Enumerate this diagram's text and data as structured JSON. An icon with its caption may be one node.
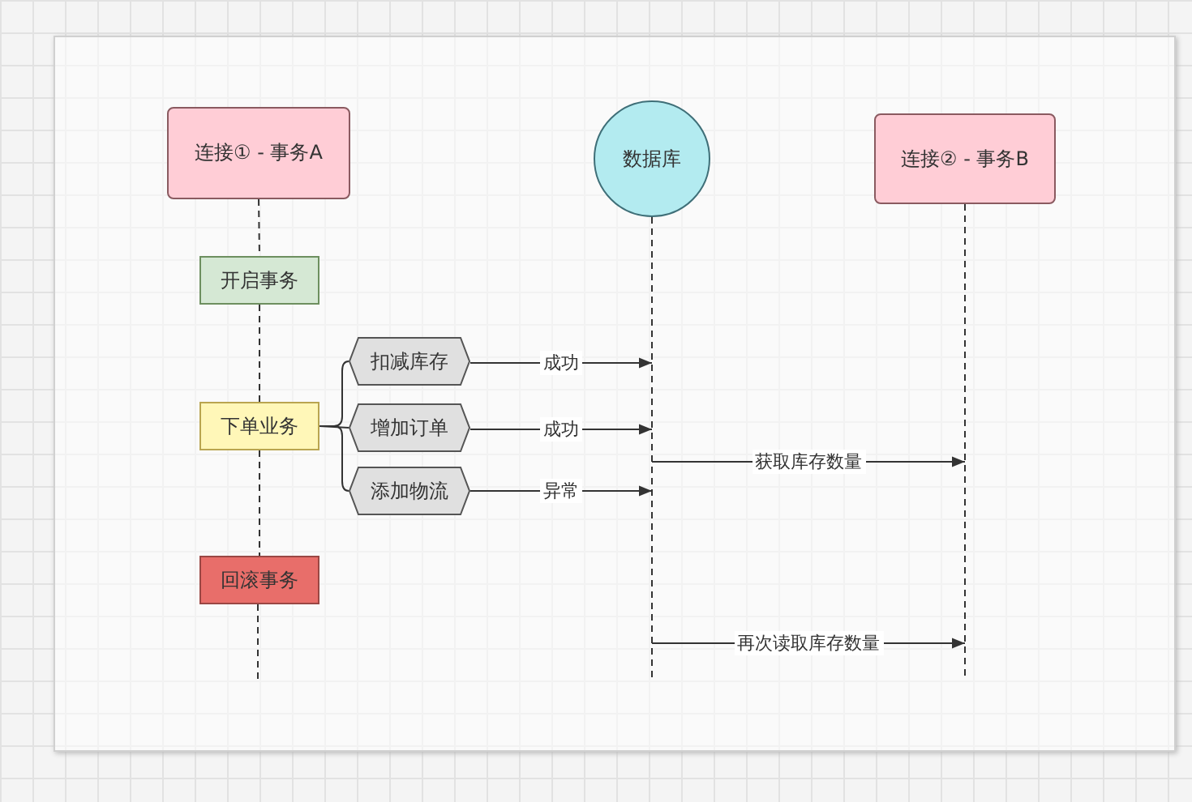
{
  "diagram": {
    "nodes": [
      {
        "text": [
          "连接① - 事务A"
        ]
      },
      {
        "text": [
          "数据库"
        ]
      },
      {
        "text": [
          "连接② - 事务B"
        ]
      },
      {
        "text": [
          "开启事务"
        ]
      },
      {
        "text": [
          "下单业务"
        ]
      },
      {
        "text": [
          "扣减库存"
        ]
      },
      {
        "text": [
          "增加订单"
        ]
      },
      {
        "text": [
          "添加物流"
        ]
      },
      {
        "text": [
          "回滚事务"
        ]
      },
      {
        "text": [],
        "shape": "line"
      },
      {
        "text": [],
        "shape": "line"
      }
    ],
    "edges": [
      {
        "from": 0,
        "to": 3,
        "arrow": "none",
        "style": "dashed"
      },
      {
        "from": 3,
        "to": 4,
        "arrow": "none",
        "style": "dashed"
      },
      {
        "from": 4,
        "to": 8,
        "arrow": "none",
        "style": "dashed"
      },
      {
        "from": 4,
        "to": 5,
        "arrow": "none"
      },
      {
        "from": 4,
        "to": 6,
        "arrow": "none"
      },
      {
        "from": 4,
        "to": 7,
        "arrow": "none"
      },
      {
        "from": 5,
        "to": 9,
        "arrow": "to",
        "label": "成功"
      },
      {
        "from": 6,
        "to": 9,
        "arrow": "to",
        "label": "成功"
      },
      {
        "from": 7,
        "to": 9,
        "arrow": "to",
        "label": "异常"
      },
      {
        "from": 9,
        "to": 10,
        "arrow": "to",
        "label": "获取库存数量"
      },
      {
        "from": 9,
        "to": 10,
        "arrow": "to",
        "label": "再次读取库存数量"
      }
    ]
  }
}
